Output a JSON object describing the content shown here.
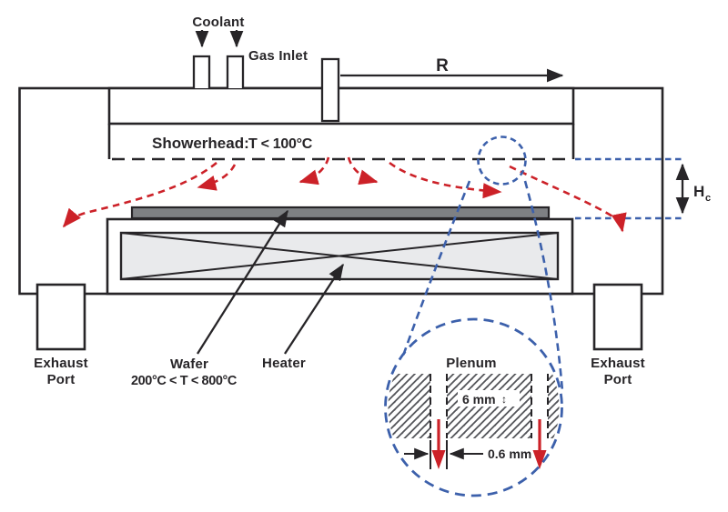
{
  "colors": {
    "line": "#272528",
    "red_flow": "#cc2128",
    "blue_detail": "#3c60ab",
    "wafer_fill": "#7e8083",
    "heater_fill": "#e9eaec",
    "hatch": "#54555a",
    "background": "#ffffff"
  },
  "labels": {
    "coolant": "Coolant",
    "gas_inlet": "Gas Inlet",
    "rotation": "R",
    "showerhead": "Showerhead:",
    "showerhead_temp": "T < 100°C",
    "gap_height": "H",
    "gap_height_sub": "c",
    "wafer": "Wafer",
    "wafer_temp": "200°C < T < 800°C",
    "heater": "Heater",
    "exhaust_left_1": "Exhaust",
    "exhaust_left_2": "Port",
    "exhaust_right_1": "Exhaust",
    "exhaust_right_2": "Port",
    "plenum": "Plenum",
    "plenum_depth": "6 mm",
    "plenum_depth_symbol": "↕",
    "hole_width": "0.6 mm"
  }
}
